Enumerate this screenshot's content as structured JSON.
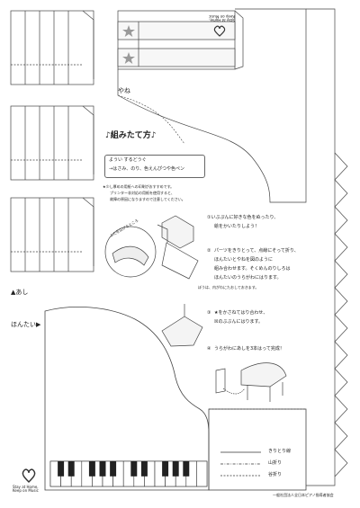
{
  "lid": {
    "logo_text_line1": "Stay at Home,",
    "logo_text_line2": "Keep on Music",
    "label": "やね"
  },
  "title": "♪組みたて方♪",
  "tools": {
    "heading": "ようい するどうぐ",
    "items": "→はさみ、のり、色えんぴつや色ペン"
  },
  "printer_note": {
    "line1": "★少し厚めの用紙への印刷がおすすめです。",
    "line2": "プリンター非対応の用紙を使用すると、",
    "line3": "故障の原因になりますので注意してください。"
  },
  "zoom_caption": "ふたを広げるところ",
  "steps": [
    {
      "num": "①",
      "text1": "①いぶぷんに好きな色をぬったり、",
      "text2": "絵をかいたりしよう！"
    },
    {
      "num": "②",
      "text1": "パーツをきりとって、点線にそって折り、",
      "text2": "ほんたいとやねを図のように",
      "text3": "組み合わせます。そくめんのりしろは",
      "text4": "ほんたいのうらがわにはります。"
    },
    {
      "num": "③",
      "text1": "★をかさねてはり合わせ、",
      "text2": "☒のぶぶんにはります。"
    },
    {
      "num": "④",
      "text1": "うらがわにあしを3本はって完成！"
    }
  ],
  "step2_note": "ぼうは、内がわにたおしておきます。",
  "labels": {
    "ashi": "▲あし",
    "hontai": "ほんたい▶"
  },
  "legend": {
    "cut": "きりとり線",
    "mountain": "山折り",
    "valley": "谷折り"
  },
  "footer": {
    "logo_line1": "Stay at Home,",
    "logo_line2": "Keep on Music",
    "org": "一般社団法人全日本ピアノ指導者協会"
  }
}
